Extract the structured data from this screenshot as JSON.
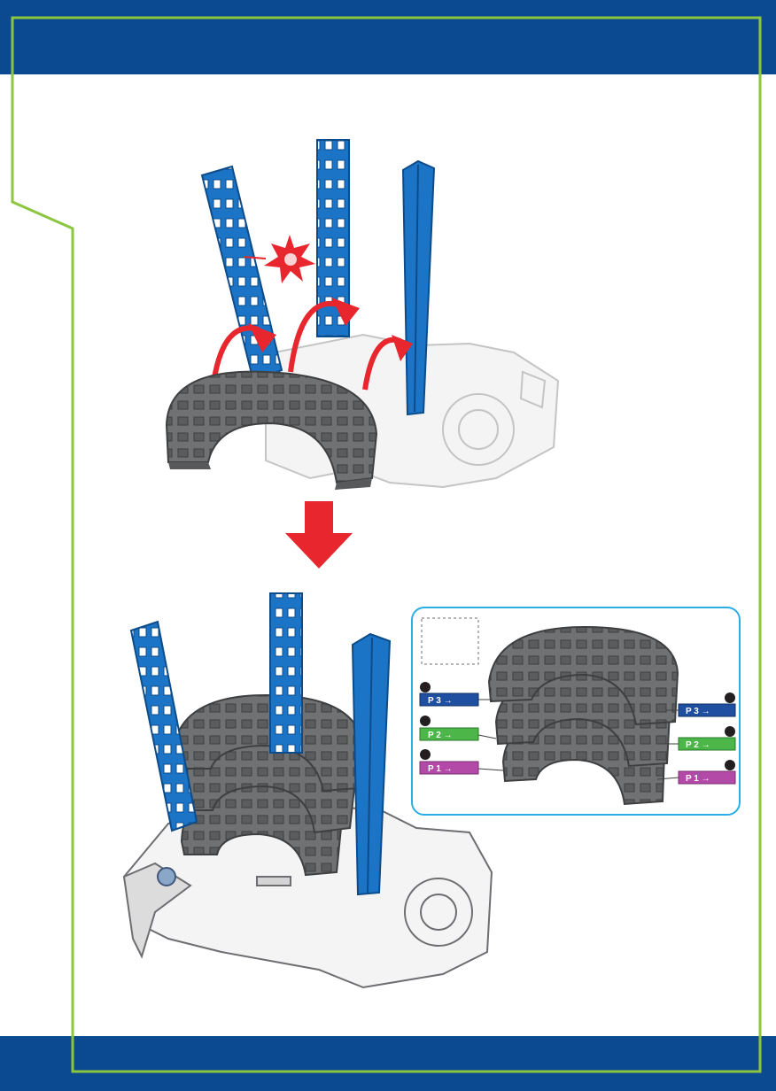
{
  "colors": {
    "header_blue": "#0b4a91",
    "frame_green": "#8cc63f",
    "column_blue": "#1b74c5",
    "track_gray": "#6d6e71",
    "arrow_red": "#e8262d",
    "callout_border": "#29aee6",
    "label_level3": "#1f4fa0",
    "label_level2": "#4cb748",
    "label_level1": "#b44aa8"
  },
  "level_labels": [
    {
      "text": "P 3 →",
      "color_key": "label_level3"
    },
    {
      "text": "P 2 →",
      "color_key": "label_level2"
    },
    {
      "text": "P 1 →",
      "color_key": "label_level1"
    }
  ],
  "icons": [
    "sparkle-icon",
    "down-arrow-icon",
    "curved-arrow-icon",
    "bullet-marker-icon"
  ]
}
